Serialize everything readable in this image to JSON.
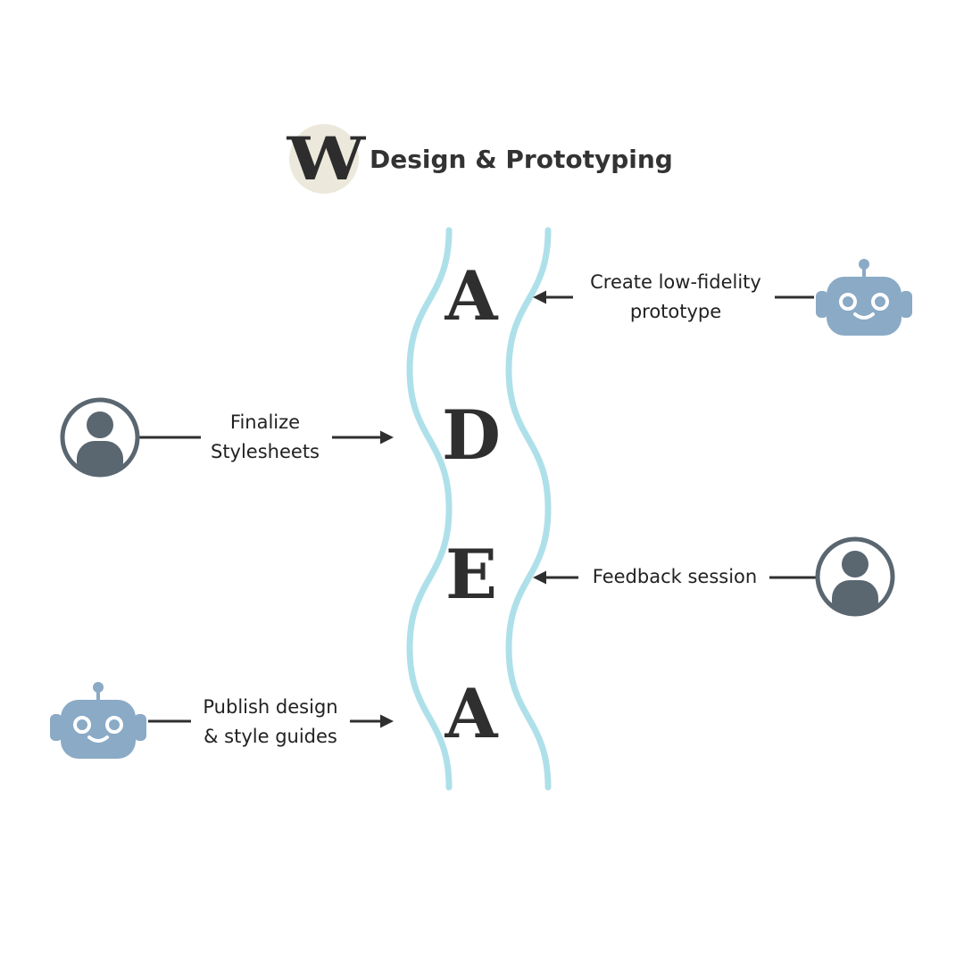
{
  "header": {
    "logo_letter": "W",
    "title": "Design & Prototyping"
  },
  "flow": {
    "letters": [
      "A",
      "D",
      "E",
      "A"
    ]
  },
  "steps": [
    {
      "label_lines": [
        "Create low-fidelity",
        "prototype"
      ],
      "actor": "robot",
      "side": "right",
      "target_letter": "A"
    },
    {
      "label_lines": [
        "Finalize",
        "Stylesheets"
      ],
      "actor": "person",
      "side": "left",
      "target_letter": "D"
    },
    {
      "label_lines": [
        "Feedback session"
      ],
      "actor": "person",
      "side": "right",
      "target_letter": "E"
    },
    {
      "label_lines": [
        "Publish design",
        "& style guides"
      ],
      "actor": "robot",
      "side": "left",
      "target_letter": "A"
    }
  ],
  "icons": {
    "robot": "robot-icon",
    "person": "person-icon",
    "logo": "w-logo-icon"
  },
  "colors": {
    "wave": "#aee0ea",
    "robot": "#8aaac6",
    "person": "#5a6670",
    "line": "#2f2f2f",
    "logo_bg": "#ece9dc"
  }
}
